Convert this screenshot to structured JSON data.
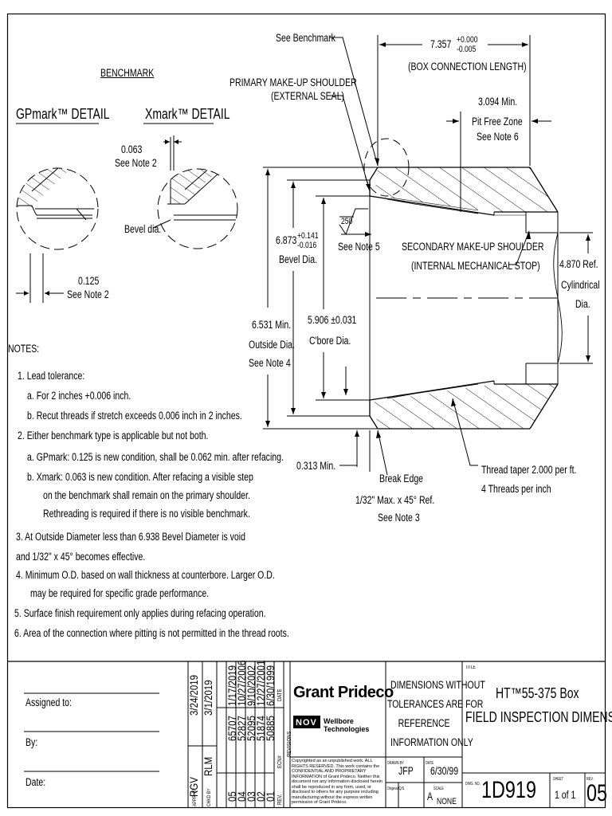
{
  "benchmark": {
    "title": "BENCHMARK",
    "gpmark_label": "GPmark™ DETAIL",
    "xmark_label": "Xmark™ DETAIL",
    "dim_0063": "0.063",
    "see_note_2_a": "See Note 2",
    "bevel_dia": "Bevel dia.",
    "dim_0125": "0.125",
    "see_note_2_b": "See Note 2"
  },
  "callouts": {
    "see_benchmark": "See Benchmark",
    "primary_line1": "PRIMARY MAKE-UP SHOULDER",
    "primary_line2": "(EXTERNAL SEAL)",
    "box_length": "7.357",
    "box_length_tol_plus": "+0.000",
    "box_length_tol_minus": "-0.005",
    "box_length_label": "(BOX CONNECTION LENGTH)",
    "pit_free_1": "3.094 Min.",
    "pit_free_2": "Pit Free Zone",
    "pit_free_3": "See Note 6",
    "bevel_dim": "6.873",
    "bevel_tol_plus": "+0.141",
    "bevel_tol_minus": "-0.016",
    "bevel_label": "Bevel Dia.",
    "finish": "250",
    "see_note_5": "See Note 5",
    "secondary_line1": "SECONDARY MAKE-UP SHOULDER",
    "secondary_line2": "(INTERNAL MECHANICAL STOP)",
    "ref_1": "4.870 Ref.",
    "ref_2": "Cylindrical",
    "ref_3": "Dia.",
    "od_1": "6.531 Min.",
    "od_2": "Outside Dia.",
    "od_3": "See Note 4",
    "cbore_1": "5.906 ±0.031",
    "cbore_2": "C'bore Dia.",
    "min_0313": "0.313 Min.",
    "break_1": "Break Edge",
    "break_2": "1/32\" Max. x 45° Ref.",
    "break_3": "See Note 3",
    "taper_1": "Thread taper 2.000 per ft.",
    "taper_2": "4 Threads per inch"
  },
  "notes": {
    "heading": "NOTES:",
    "lines": [
      "1. Lead tolerance:",
      "a. For 2 inches +0.006 inch.",
      "b. Recut threads if stretch exceeds 0.006 inch in 2 inches.",
      "2. Either benchmark type is applicable but not both.",
      "a. GPmark: 0.125 is new condition, shall be 0.062 min. after refacing.",
      "b. Xmark: 0.063 is new condition. After refacing a visible step",
      "on the benchmark shall remain on the primary shoulder.",
      "Rethreading is required if there is no visible benchmark.",
      "3. At Outside Diameter less than 6.938 Bevel Diameter is void",
      "and 1/32\" x 45° becomes effective.",
      "4. Minimum O.D. based on wall thickness at counterbore.  Larger O.D.",
      "may be required for specific grade performance.",
      "5. Surface finish requirement only applies during refacing operation.",
      "6. Area of the connection where pitting is not permitted in the thread roots."
    ]
  },
  "title_block": {
    "assigned": "Assigned to:",
    "by": "By:",
    "date": "Date:",
    "apprv_by": "RGV",
    "apprv_label": "APPR. BY",
    "chkd_by": "RLM",
    "chkd_label": "CHKD BY",
    "date_a": "3/24/2019",
    "date_b": "3/1/2019",
    "date_col_label": "DATE",
    "revs": [
      {
        "rev": "05",
        "ecn": "65707",
        "date": "1/17/2019"
      },
      {
        "rev": "04",
        "ecn": "52827",
        "date": "10/27/2006"
      },
      {
        "rev": "03",
        "ecn": "52095",
        "date": "9/10/2002"
      },
      {
        "rev": "02",
        "ecn": "51874",
        "date": "12/27/2001"
      },
      {
        "rev": "01",
        "ecn": "50885",
        "date": "6/30/1999"
      }
    ],
    "rev_label": "REV.",
    "ecn_label": "ECN#",
    "date_label": "DATE",
    "revisions_label": "REVISIONS",
    "company": "Grant Prideco",
    "nov_logo": "NOV",
    "nov_1": "Wellbore",
    "nov_2": "Technologies",
    "copyright": "Copyrighted as an unpublished work. ALL RIGHTS RESERVED. This work contains the CONFIDENTIAL AND PROPRIETARY INFORMATION of Grant Prideco. Neither this document nor any information disclosed herein shall be reproduced in any form, used, or disclosed to others for any purpose including manufacturing without the express written permission of Grant Prideco.",
    "dims_1": "DIMENSIONS WITHOUT",
    "dims_2": "TOLERANCES ARE FOR",
    "dims_3": "REFERENCE",
    "dims_4": "INFORMATION ONLY",
    "title_label": "TITLE",
    "title_1": "HT™55-375 Box",
    "title_2": "FIELD INSPECTION DIMENSIONS",
    "drawn_label": "DRAWN BY",
    "drawn_by": "JFP",
    "drawn_date_label": "DATE",
    "drawn_date": "6/30/99",
    "original_label": "Original Q/S",
    "size": "A",
    "scale_label": "SCALE",
    "scale": "NONE",
    "dwg_label": "DWG. NO.",
    "dwg_no": "1D919",
    "sheet_label": "SHEET",
    "sheet": "1 of 1",
    "rev_label_tb": "REV.",
    "rev_no": "05"
  }
}
